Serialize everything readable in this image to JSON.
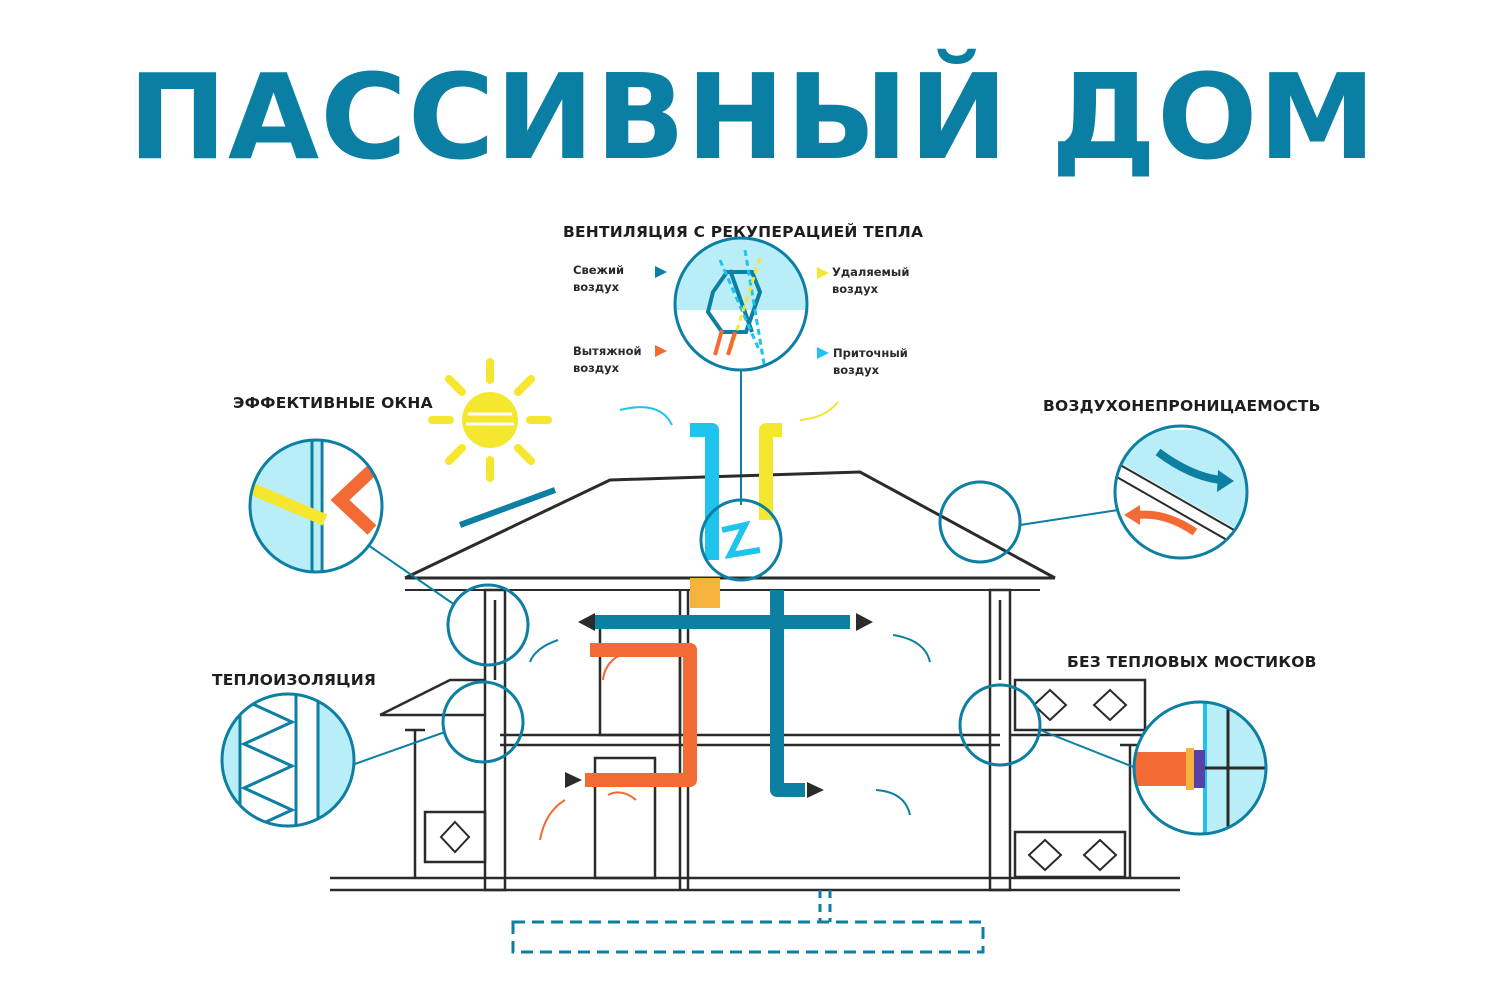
{
  "title": "ПАССИВНЫЙ ДОМ",
  "labels": {
    "ventilation": "ВЕНТИЛЯЦИЯ С РЕКУПЕРАЦИЕЙ ТЕПЛА",
    "windows": "ЭФФЕКТИВНЫЕ ОКНА",
    "airtightness": "ВОЗДУХОНЕПРОНИЦАЕМОСТЬ",
    "insulation": "ТЕПЛОИЗОЛЯЦИЯ",
    "no_bridges": "БЕЗ ТЕПЛОВЫХ МОСТИКОВ"
  },
  "legend": {
    "fresh": "Свежий\nвоздух",
    "removed": "Удаляемый\nвоздух",
    "exhaust": "Вытяжной\nвоздух",
    "supply": "Приточный\nвоздух"
  },
  "colors": {
    "title": "#0a7fa3",
    "teal": "#0c7fa3",
    "cyan": "#1ec3ee",
    "yellow": "#f5e630",
    "orange": "#f26b34",
    "light_blue": "#b9eef9",
    "outline": "#2b2b2b"
  },
  "icons": [
    "sun-icon",
    "arrow-icon"
  ]
}
